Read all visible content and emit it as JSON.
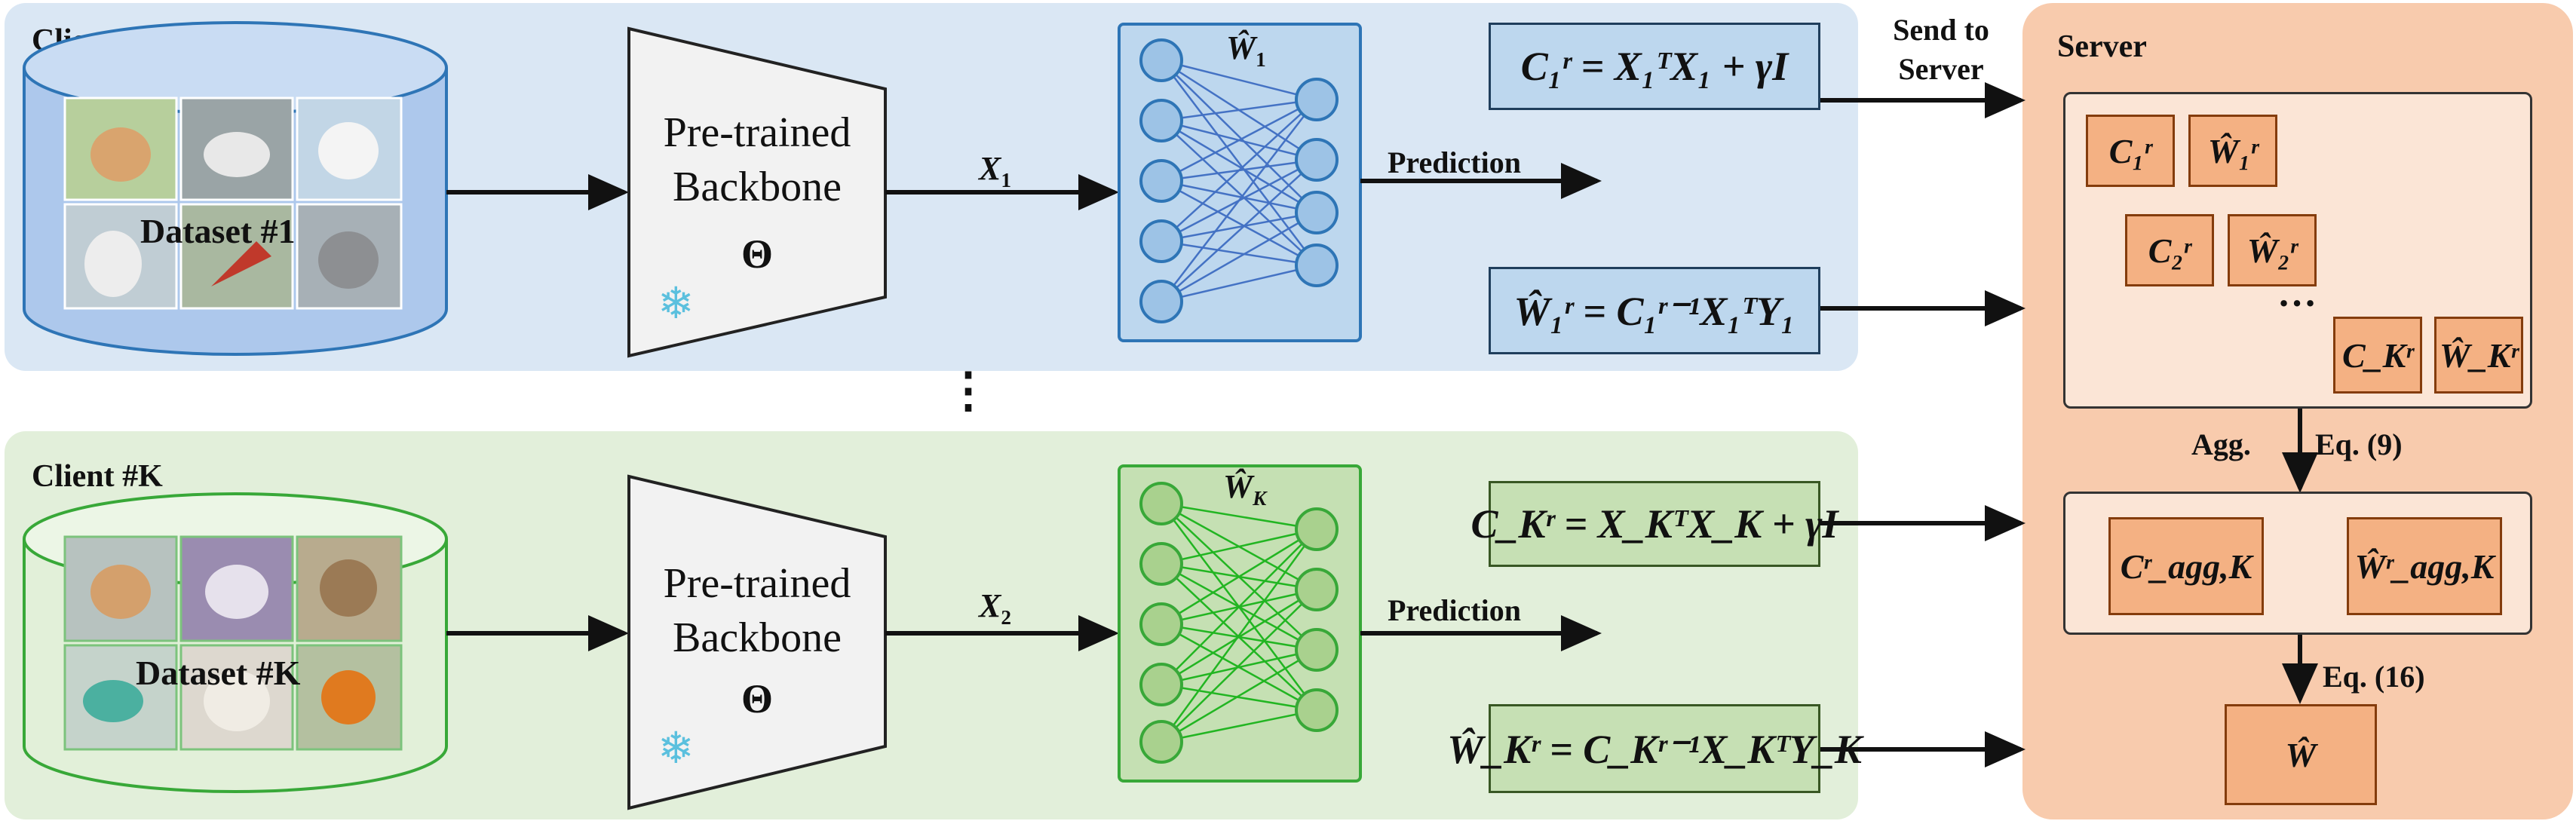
{
  "client1": {
    "title": "Client #1",
    "dataset_label": "Dataset #1",
    "backbone_line1": "Pre-trained",
    "backbone_line2": "Backbone",
    "backbone_param": "Θ",
    "feature_label": "X",
    "feature_sub": "1",
    "head_label": "Ŵ",
    "head_sub": "1",
    "prediction_label": "Prediction",
    "cov_eq": "C₁ʳ = X₁ᵀX₁ + γI",
    "weight_eq": "Ŵ₁ʳ = C₁ʳ⁻¹X₁ᵀY₁"
  },
  "vdots": "⋮",
  "clientK": {
    "title": "Client #K",
    "dataset_label": "Dataset #K",
    "backbone_line1": "Pre-trained",
    "backbone_line2": "Backbone",
    "backbone_param": "Θ",
    "feature_label": "X",
    "feature_sub": "2",
    "head_label": "Ŵ",
    "head_sub": "K",
    "prediction_label": "Prediction",
    "cov_eq": "C_Kʳ = X_KᵀX_K + γI",
    "weight_eq": "Ŵ_Kʳ = C_Kʳ⁻¹X_KᵀY_K"
  },
  "send_label_line1": "Send to",
  "send_label_line2": "Server",
  "server": {
    "title": "Server",
    "tiles": [
      "C₁ʳ",
      "Ŵ₁ʳ",
      "C₂ʳ",
      "Ŵ₂ʳ",
      "C_Kʳ",
      "Ŵ_Kʳ"
    ],
    "dots": "…",
    "agg_label": "Agg.",
    "eq9_label": "Eq. (9)",
    "agg_tiles": [
      "Cʳ_agg,K",
      "Ŵʳ_agg,K"
    ],
    "eq16_label": "Eq. (16)",
    "final_tile": "Ŵ"
  },
  "colors": {
    "client1_panel": "#dae7f4",
    "clientK_panel": "#e2efda",
    "server_panel": "#f8cbad",
    "blue_node": "#9dc3e6",
    "green_node": "#a9d18e",
    "tile": "#f4b183"
  },
  "icons": [
    "snowflake-icon"
  ]
}
